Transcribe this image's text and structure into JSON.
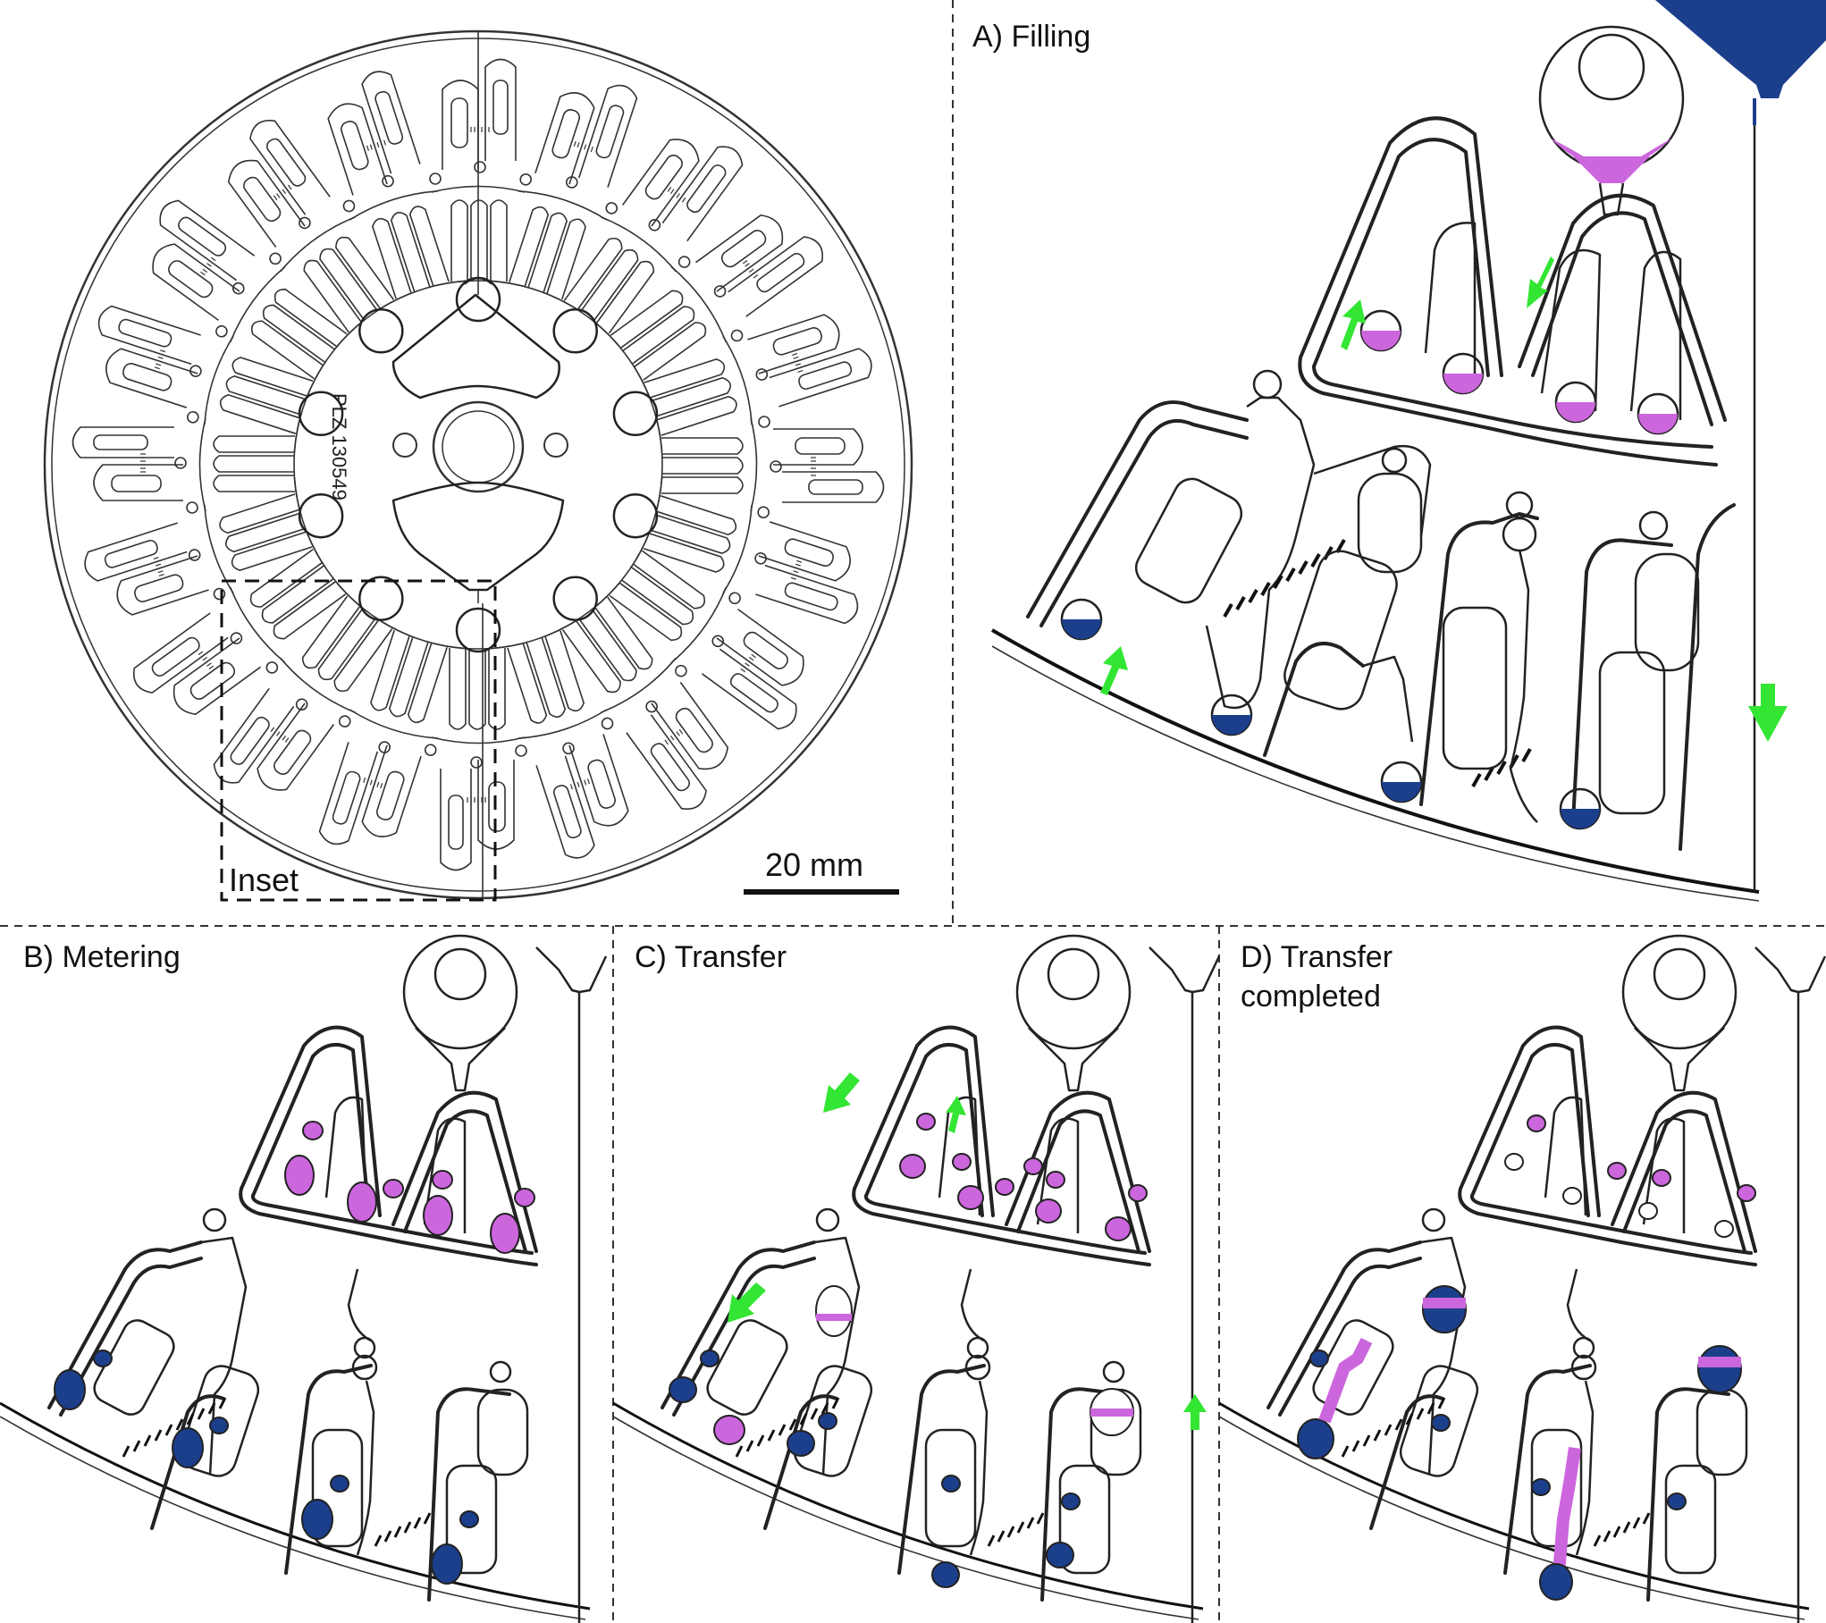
{
  "colors": {
    "reagent": "#cc66dd",
    "sample": "#1c3f8c",
    "arrow": "#33e633",
    "outline": "#222222"
  },
  "disk": {
    "chip_id": "PLZ 130549",
    "inset_label": "Inset",
    "scale_bar_label": "20 mm"
  },
  "panels": {
    "a": {
      "title": "A) Filling"
    },
    "b": {
      "title": "B) Metering"
    },
    "c": {
      "title": "C) Transfer"
    },
    "d": {
      "title_line1": "D) Transfer",
      "title_line2": "completed"
    }
  }
}
